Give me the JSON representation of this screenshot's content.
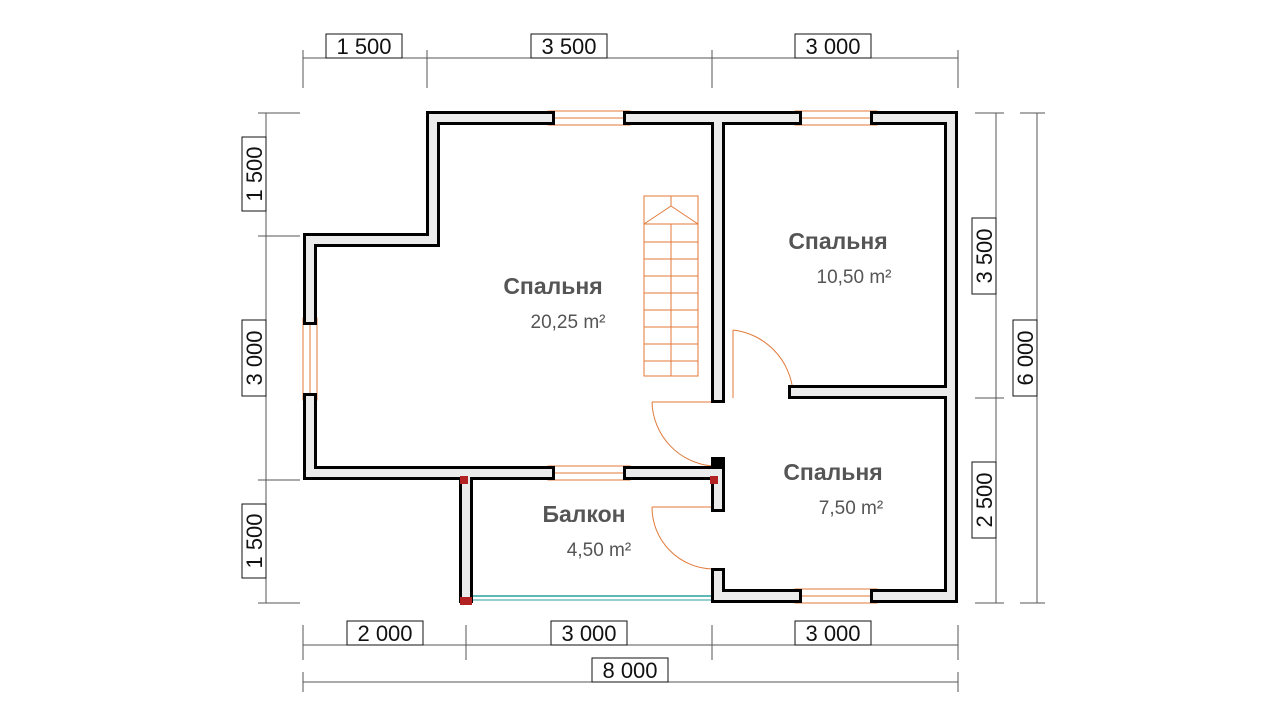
{
  "dimensions": {
    "top": [
      "1 500",
      "3 500",
      "3 000"
    ],
    "bottom": [
      "2 000",
      "3 000",
      "3 000"
    ],
    "total": "8 000",
    "left": [
      "1 500",
      "3 000",
      "1 500"
    ],
    "right": [
      "3 500",
      "2 500"
    ],
    "right_total": "6 000"
  },
  "rooms": [
    {
      "name": "Спальня",
      "area": "20,25 m²"
    },
    {
      "name": "Спальня",
      "area": "10,50 m²"
    },
    {
      "name": "Спальня",
      "area": "7,50 m²"
    },
    {
      "name": "Балкон",
      "area": "4,50 m²"
    }
  ],
  "colors": {
    "wall": "#000000",
    "wall_fill": "#ebebeb",
    "openings": "#e07a3a",
    "balcony_rail": "#2aa0a0"
  }
}
